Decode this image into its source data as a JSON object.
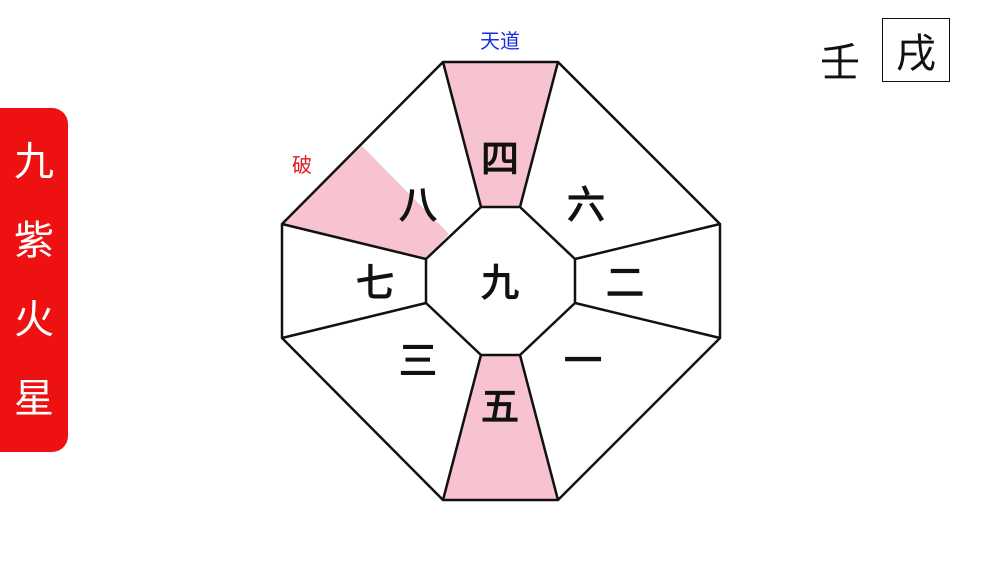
{
  "side_title": [
    "九",
    "紫",
    "火",
    "星"
  ],
  "stem": "壬",
  "branch": "戌",
  "labels": {
    "tendo": "天道",
    "ha": "破"
  },
  "stars": {
    "center": "九",
    "south": "四",
    "southwest": "六",
    "west": "二",
    "northwest": "一",
    "north": "五",
    "northeast": "三",
    "east": "七",
    "southeast": "八"
  },
  "colors": {
    "highlight": "#f7c3d0",
    "tab": "#ee1111",
    "tendo_label": "#1a2ee0",
    "ha_label": "#e01a1a"
  }
}
